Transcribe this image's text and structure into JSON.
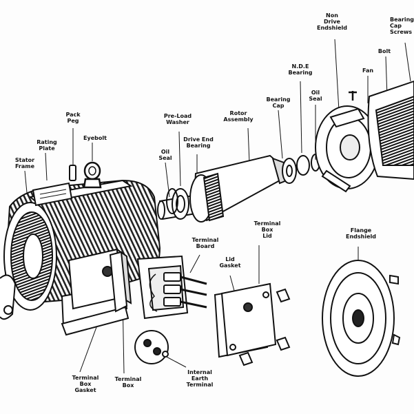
{
  "labels": {
    "pack_peg": "Pack\nPeg",
    "rating_plate": "Rating\nPlate",
    "eyebolt": "Eyebolt",
    "stator_frame": "Stator\nFrame",
    "oil_seal_left": "Oil\nSeal",
    "preload_washer": "Pre-Load\nWasher",
    "drive_end_bearing": "Drive End\nBearing",
    "rotor_assembly": "Rotor\nAssembly",
    "bearing_cap": "Bearing\nCap",
    "nde_bearing": "N.D.E\nBearing",
    "oil_seal_right": "Oil\nSeal",
    "non_drive_endshield": "Non\nDrive\nEndshield",
    "fan": "Fan",
    "bolt": "Bolt",
    "bearing_cap_screws": "Bearing\nCap\nScrews",
    "terminal_board": "Terminal\nBoard",
    "terminal_box_lid": "Terminal\nBox\nLid",
    "lid_gasket": "Lid\nGasket",
    "flange_endshield": "Flange\nEndshield",
    "terminal_box_gasket": "Terminal\nBox\nGasket",
    "terminal_box": "Terminal\nBox",
    "internal_earth_terminal": "Internal\nEarth\nTerminal"
  }
}
